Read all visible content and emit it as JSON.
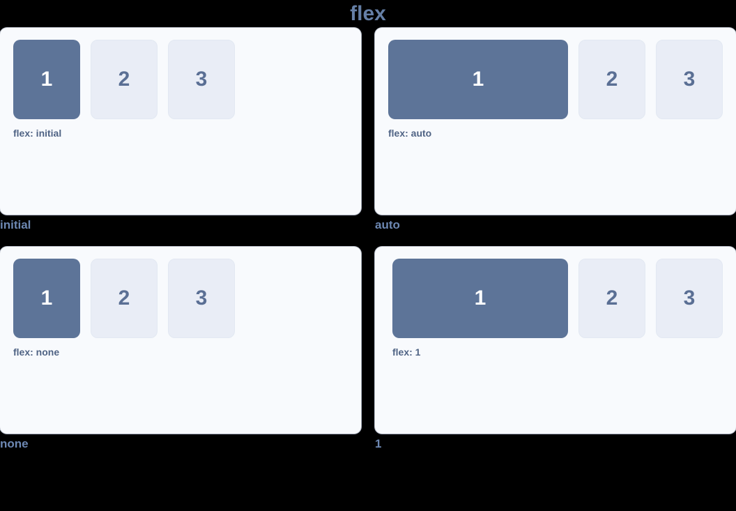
{
  "title": "flex",
  "theme": {
    "background": "#000000",
    "panel_bg": "#f8fafd",
    "filled_box": "#5d7498",
    "plain_box": "#e9edf6",
    "plain_box_border": "#e2e8f2",
    "filled_text": "#ffffff",
    "plain_text": "#5a6f94",
    "caption_text": "#4f6384",
    "label_text": "#6d88b3",
    "title_text": "#657fa6"
  },
  "boxes": {
    "one": "1",
    "two": "2",
    "three": "3"
  },
  "demos": [
    {
      "label": "initial",
      "caption": "flex: initial",
      "value": "initial",
      "items": [
        {
          "text": "1",
          "style": "filled",
          "flex": "initial"
        },
        {
          "text": "2",
          "style": "plain",
          "flex": "0 0 auto"
        },
        {
          "text": "3",
          "style": "plain",
          "flex": "0 0 auto"
        }
      ]
    },
    {
      "label": "auto",
      "caption": "flex: auto",
      "value": "auto",
      "items": [
        {
          "text": "1",
          "style": "filled",
          "flex": "auto"
        },
        {
          "text": "2",
          "style": "plain",
          "flex": "0 0 auto"
        },
        {
          "text": "3",
          "style": "plain",
          "flex": "0 0 auto"
        }
      ]
    },
    {
      "label": "none",
      "caption": "flex: none",
      "value": "none",
      "items": [
        {
          "text": "1",
          "style": "filled",
          "flex": "none"
        },
        {
          "text": "2",
          "style": "plain",
          "flex": "0 0 auto"
        },
        {
          "text": "3",
          "style": "plain",
          "flex": "0 0 auto"
        }
      ]
    },
    {
      "label": "1",
      "caption": "flex: 1",
      "value": "1",
      "items": [
        {
          "text": "1",
          "style": "filled",
          "flex": "1"
        },
        {
          "text": "2",
          "style": "plain",
          "flex": "0 0 auto"
        },
        {
          "text": "3",
          "style": "plain",
          "flex": "0 0 auto"
        }
      ]
    }
  ]
}
